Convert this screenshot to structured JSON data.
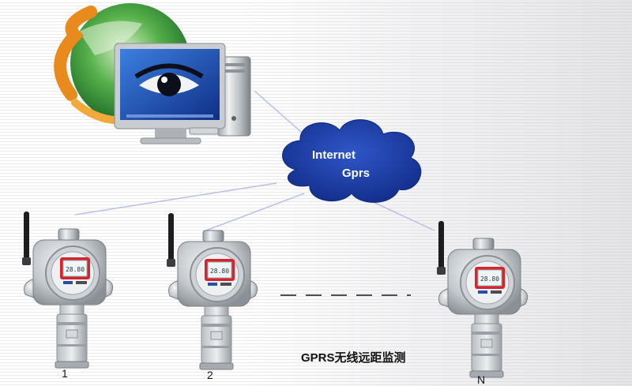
{
  "cloud": {
    "line1": "Internet",
    "line2": "Gprs"
  },
  "caption": "GPRS无线远距监测",
  "devices": [
    {
      "label": "1",
      "reading": "28.80"
    },
    {
      "label": "2",
      "reading": "28.80"
    },
    {
      "label": "N",
      "reading": "28.80"
    }
  ],
  "colors": {
    "cloud": "#1e3faa",
    "link": "#b8c0e6",
    "globe_green": "#3a9a3a",
    "globe_orange": "#e88a1c",
    "screen": "#1d4fb0"
  }
}
